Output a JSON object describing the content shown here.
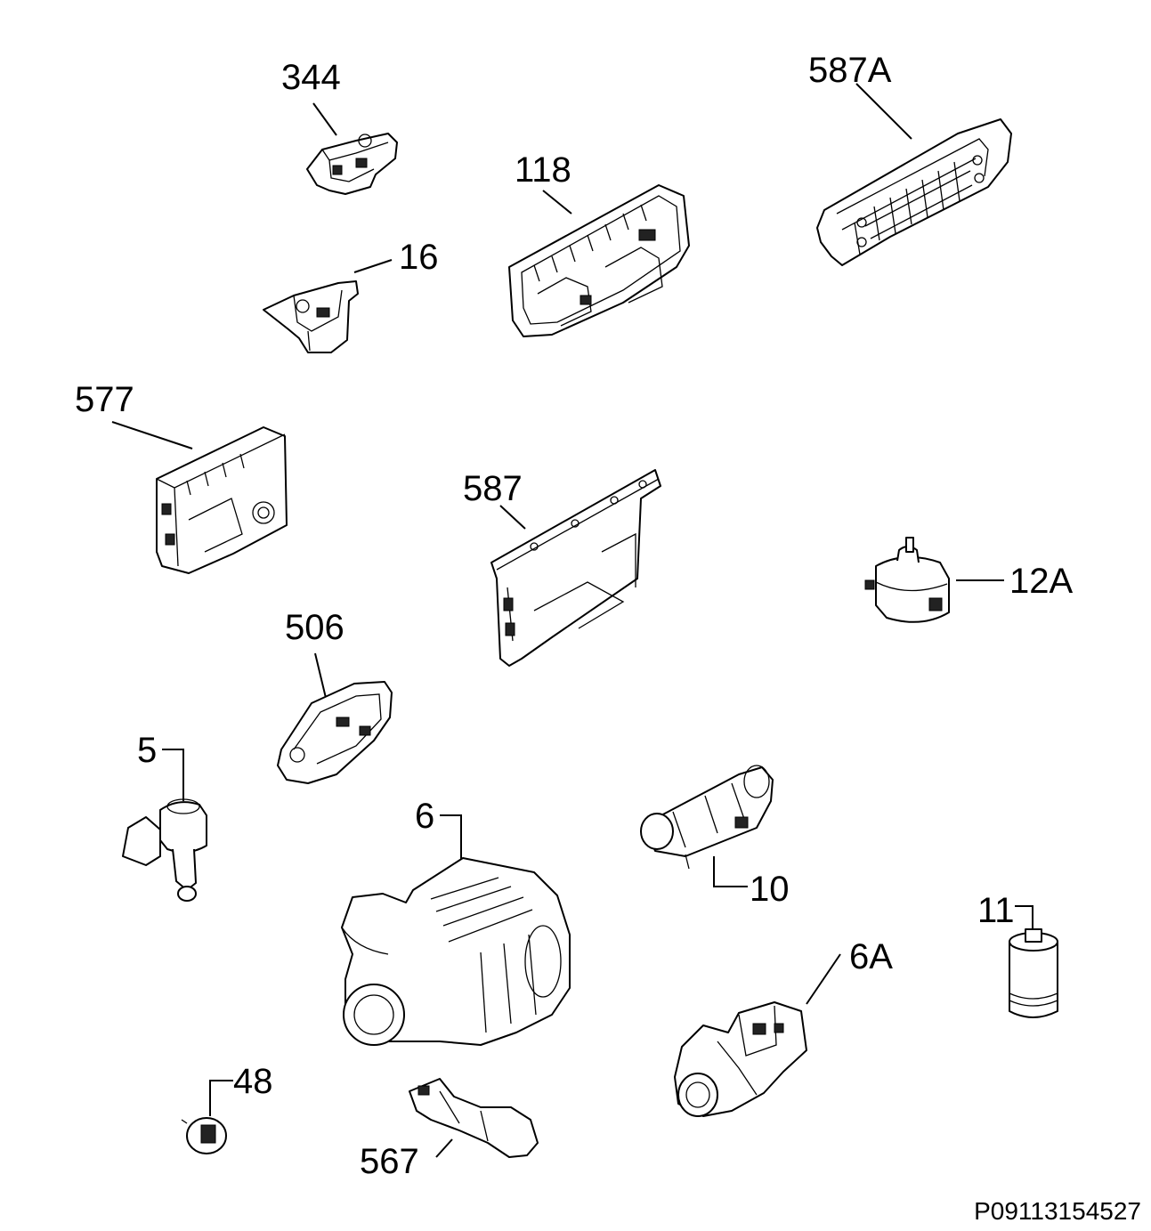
{
  "parts": [
    {
      "id": "p344",
      "label": "344"
    },
    {
      "id": "p587A",
      "label": "587A"
    },
    {
      "id": "p118",
      "label": "118"
    },
    {
      "id": "p16",
      "label": "16"
    },
    {
      "id": "p577",
      "label": "577"
    },
    {
      "id": "p587",
      "label": "587"
    },
    {
      "id": "p12A",
      "label": "12A"
    },
    {
      "id": "p506",
      "label": "506"
    },
    {
      "id": "p5",
      "label": "5"
    },
    {
      "id": "p6",
      "label": "6"
    },
    {
      "id": "p10",
      "label": "10"
    },
    {
      "id": "p11",
      "label": "11"
    },
    {
      "id": "p6A",
      "label": "6A"
    },
    {
      "id": "p48",
      "label": "48"
    },
    {
      "id": "p567",
      "label": "567"
    }
  ],
  "drawing_code": "P09113154527"
}
